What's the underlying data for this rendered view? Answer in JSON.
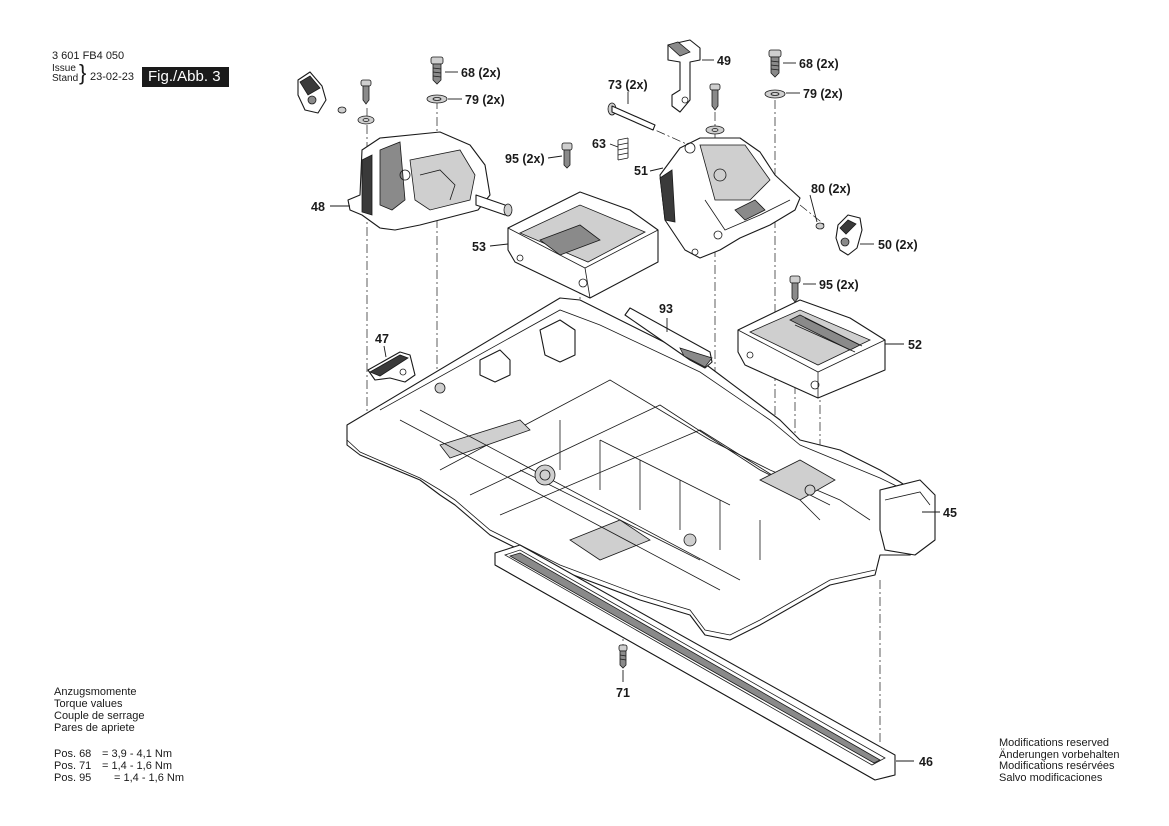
{
  "header": {
    "part_number": "3 601 FB4 050",
    "issue_label": "Issue",
    "stand_label": "Stand",
    "date": "23-02-23",
    "figure_label": "Fig./Abb. 3"
  },
  "torque": {
    "lines": [
      "Anzugsmomente",
      "Torque values",
      "Couple de serrage",
      "Pares de apriete"
    ],
    "rows": [
      {
        "pos": "Pos. 68",
        "value": "= 3,9 - 4,1 Nm"
      },
      {
        "pos": "Pos. 71",
        "value": "= 1,4 - 1,6 Nm"
      },
      {
        "pos": "Pos. 95",
        "value": "= 1,4 - 1,6 Nm"
      }
    ]
  },
  "modifications": {
    "lines": [
      "Modifications reserved",
      "Änderungen vorbehalten",
      "Modifications resérvées",
      "Salvo modificaciones"
    ]
  },
  "callouts": {
    "c49": "49",
    "c68_left": "68 (2x)",
    "c79_left": "79 (2x)",
    "c68_right": "68 (2x)",
    "c79_right": "79 (2x)",
    "c73": "73 (2x)",
    "c63": "63",
    "c95_top": "95 (2x)",
    "c51": "51",
    "c80": "80 (2x)",
    "c48": "48",
    "c53": "53",
    "c50": "50 (2x)",
    "c95_right": "95 (2x)",
    "c93": "93",
    "c47": "47",
    "c52": "52",
    "c45": "45",
    "c71": "71",
    "c46": "46"
  }
}
